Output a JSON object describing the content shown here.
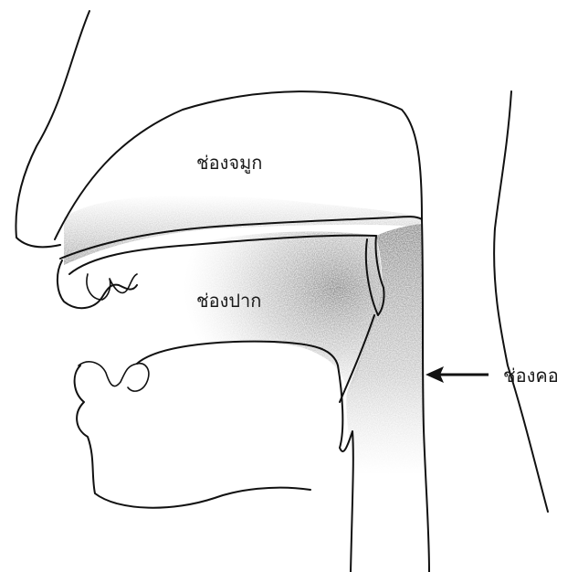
{
  "labels": {
    "nasal_cavity": "ช่องจมูก",
    "oral_cavity": "ช่องปาก",
    "pharynx": "ช่องคอ"
  },
  "colors": {
    "line": "#111111",
    "shading": "#6f6f6f",
    "background": "#ffffff"
  }
}
